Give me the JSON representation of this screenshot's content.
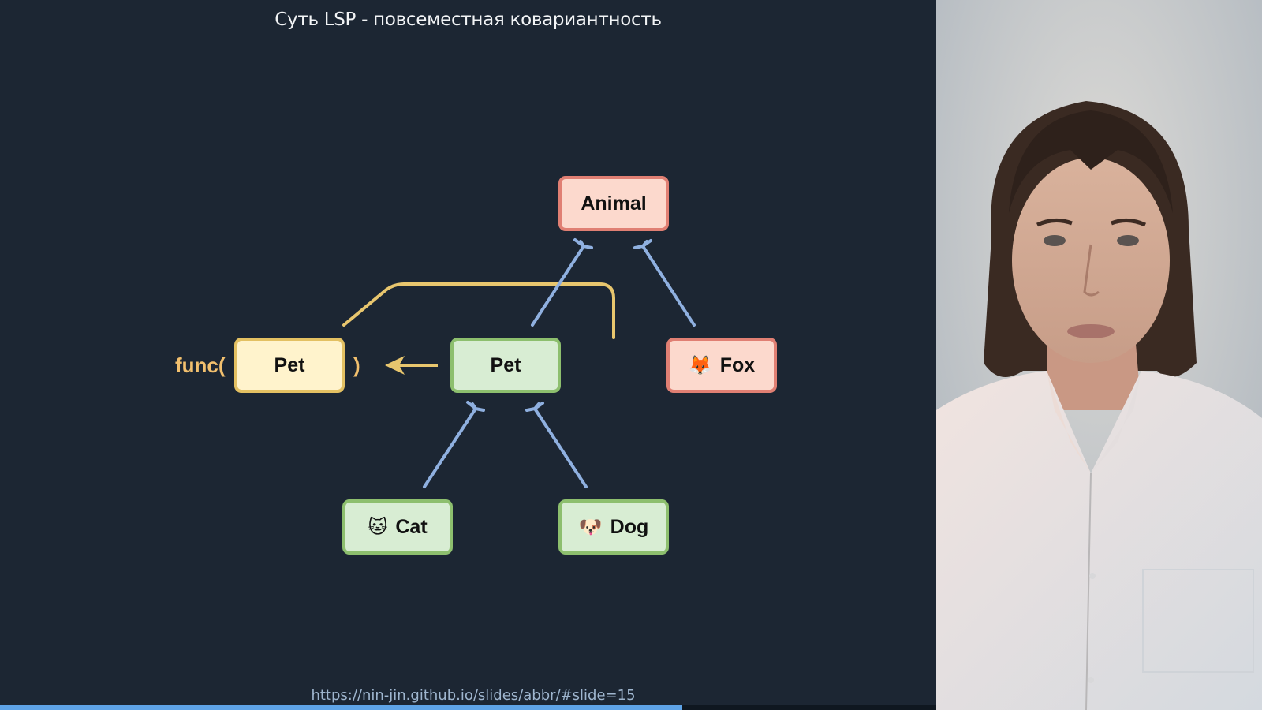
{
  "slide": {
    "title": "Суть LSP - повсеместная ковариантность",
    "url": "https://nin-jin.github.io/slides/abbr/#slide=15",
    "slide_number": 15,
    "progress_percent": 73,
    "colors": {
      "background": "#1c2633",
      "arrow_blue": "#8fb0e0",
      "arrow_yellow": "#e8c66e",
      "red_node_fill": "#fcd9cd",
      "red_node_border": "#e07f73",
      "green_node_fill": "#d8edd3",
      "green_node_border": "#8dbf6e",
      "yellow_node_fill": "#fff3cc",
      "yellow_node_border": "#e3c062",
      "progress": "#5ea3e6"
    }
  },
  "diagram": {
    "func_open": "func(",
    "func_close": ")",
    "nodes": {
      "animal": {
        "label": "Animal",
        "emoji": ""
      },
      "pet_param": {
        "label": "Pet",
        "emoji": ""
      },
      "pet": {
        "label": "Pet",
        "emoji": ""
      },
      "fox": {
        "label": "Fox",
        "emoji": "🦊"
      },
      "cat": {
        "label": "Cat",
        "emoji": "🐱"
      },
      "dog": {
        "label": "Dog",
        "emoji": "🐶"
      }
    },
    "edges": [
      {
        "from": "pet",
        "to": "animal",
        "type": "inheritance"
      },
      {
        "from": "fox",
        "to": "animal",
        "type": "inheritance"
      },
      {
        "from": "cat",
        "to": "pet",
        "type": "inheritance"
      },
      {
        "from": "dog",
        "to": "pet",
        "type": "inheritance"
      },
      {
        "from": "pet",
        "to": "pet_param",
        "type": "passed-as-argument"
      }
    ]
  },
  "webcam": {
    "description": "presenter video feed"
  }
}
